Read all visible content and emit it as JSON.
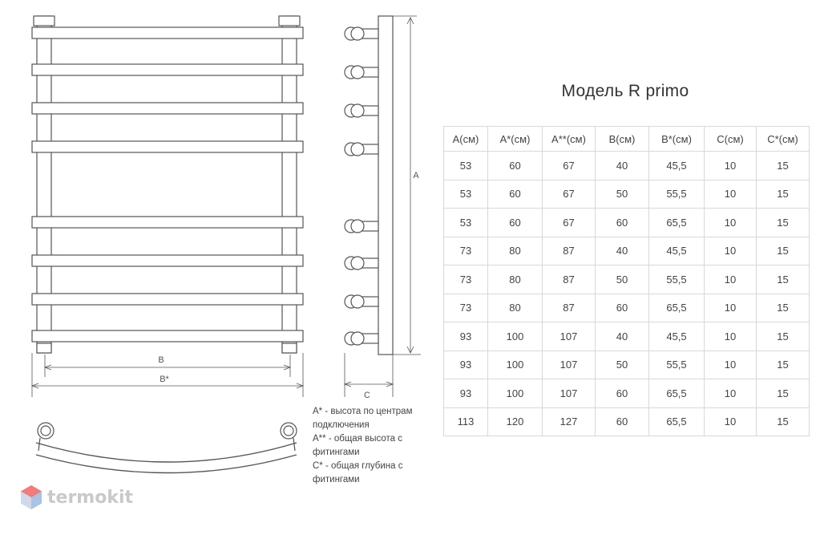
{
  "title": "Модель R primo",
  "dimension_labels": {
    "b": "B",
    "b_star": "B*",
    "a": "A",
    "c": "C"
  },
  "table": {
    "headers": [
      "A(см)",
      "A*(см)",
      "A**(см)",
      "B(см)",
      "B*(см)",
      "C(см)",
      "C*(см)"
    ],
    "rows": [
      [
        "53",
        "60",
        "67",
        "40",
        "45,5",
        "10",
        "15"
      ],
      [
        "53",
        "60",
        "67",
        "50",
        "55,5",
        "10",
        "15"
      ],
      [
        "53",
        "60",
        "67",
        "60",
        "65,5",
        "10",
        "15"
      ],
      [
        "73",
        "80",
        "87",
        "40",
        "45,5",
        "10",
        "15"
      ],
      [
        "73",
        "80",
        "87",
        "50",
        "55,5",
        "10",
        "15"
      ],
      [
        "73",
        "80",
        "87",
        "60",
        "65,5",
        "10",
        "15"
      ],
      [
        "93",
        "100",
        "107",
        "40",
        "45,5",
        "10",
        "15"
      ],
      [
        "93",
        "100",
        "107",
        "50",
        "55,5",
        "10",
        "15"
      ],
      [
        "93",
        "100",
        "107",
        "60",
        "65,5",
        "10",
        "15"
      ],
      [
        "113",
        "120",
        "127",
        "60",
        "65,5",
        "10",
        "15"
      ]
    ]
  },
  "notes": [
    "A* - высота по центрам подключения",
    "A** - общая высота с фитингами",
    "C* - общая глубина с фитингами"
  ],
  "logo": {
    "text": "termokit",
    "icon": "hexagon-cube-icon",
    "color": "#c9c9c9"
  }
}
